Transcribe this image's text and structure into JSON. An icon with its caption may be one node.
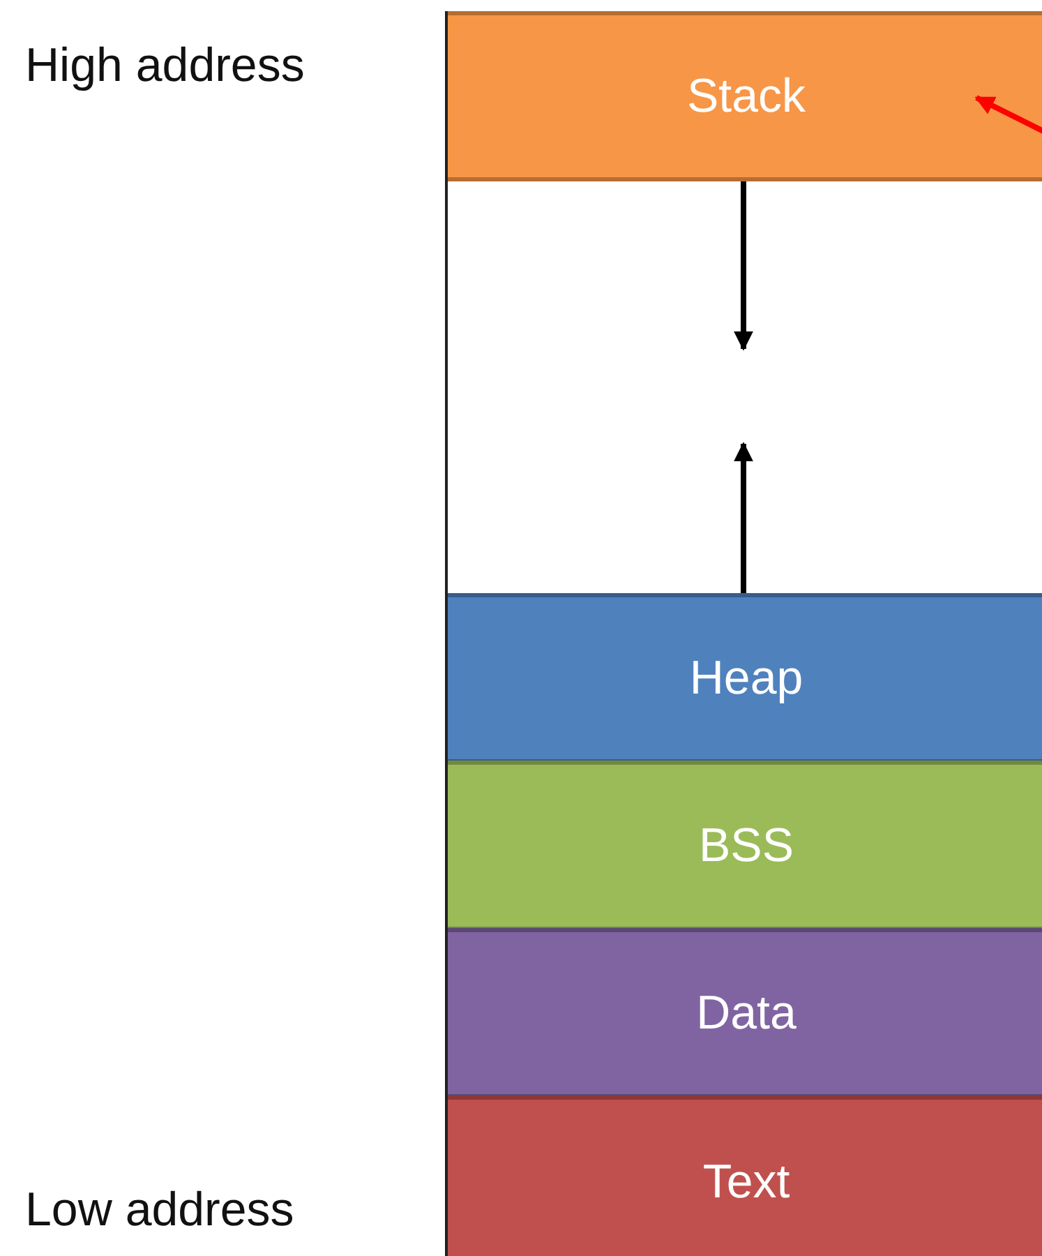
{
  "diagram": {
    "nodes": [
      {
        "text": [],
        "shape": "box"
      },
      {
        "text": [
          "Stack"
        ],
        "in": 0
      },
      {
        "text": [
          "Heap"
        ],
        "in": 0
      },
      {
        "text": [
          "BSS"
        ],
        "in": 0
      },
      {
        "text": [
          "Data"
        ],
        "in": 0
      },
      {
        "text": [
          "Text"
        ],
        "in": 0
      }
    ],
    "edges": [
      {
        "from": 1,
        "to": null,
        "arrow": "to"
      },
      {
        "from": 2,
        "to": null,
        "arrow": "to"
      },
      {
        "from": null,
        "to": 1,
        "arrow": "to",
        "color": "#ff0000"
      }
    ],
    "labels": [
      "High address",
      "Low address"
    ]
  }
}
